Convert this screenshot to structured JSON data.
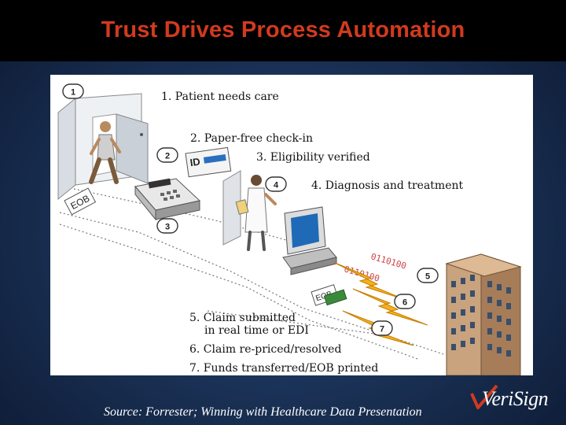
{
  "title": "Trust Drives Process Automation",
  "steps": [
    {
      "number": "1",
      "caption": "1. Patient needs care"
    },
    {
      "number": "2",
      "caption": "2. Paper-free check-in"
    },
    {
      "number": "3",
      "caption": "3. Eligibility verified"
    },
    {
      "number": "4",
      "caption": "4. Diagnosis and treatment"
    },
    {
      "number": "5",
      "caption_line1": "5. Claim submitted",
      "caption_line2": "in real time or EDI"
    },
    {
      "number": "6",
      "caption": "6. Claim re-priced/resolved"
    },
    {
      "number": "7",
      "caption": "7. Funds transferred/EOB printed"
    }
  ],
  "labels": {
    "eob": "EOB",
    "id_card": "ID",
    "bits_1": "0110100",
    "bits_2": "0110100"
  },
  "source": "Source: Forrester; Winning with Healthcare Data Presentation",
  "logo_text": "VeriSign",
  "colors": {
    "title": "#d23a1e",
    "badge_fill": "#ffffff",
    "badge_stroke": "#333333",
    "bolt": "#f2b21a",
    "building": "#c9a27e"
  }
}
